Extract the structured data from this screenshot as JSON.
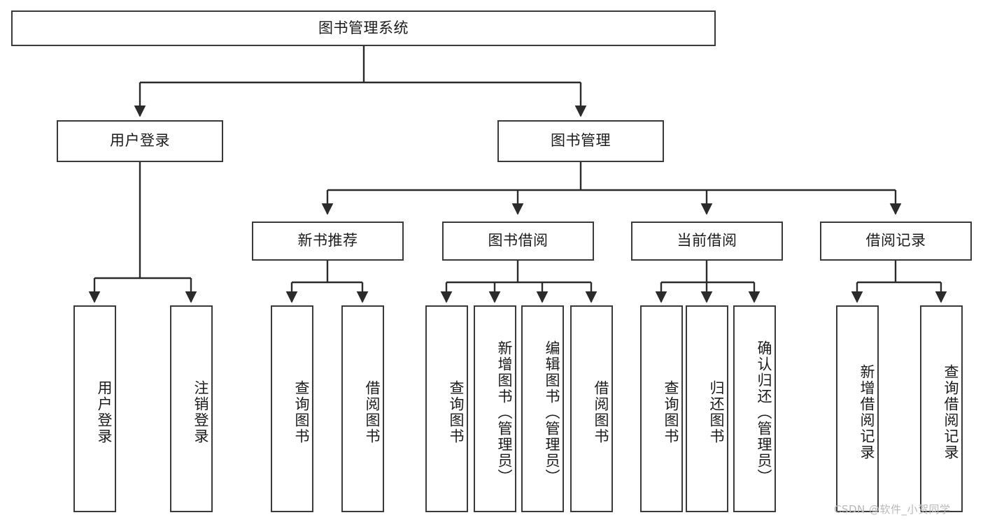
{
  "diagram": {
    "type": "tree",
    "title": "图书管理系统",
    "orientation": "top-down",
    "colors": {
      "border": "#3a3a3a",
      "background": "#ffffff",
      "text": "#1b1b1b",
      "watermark": "#b8b8b8"
    },
    "root": {
      "label": "图书管理系统"
    },
    "level2": [
      {
        "label": "用户登录"
      },
      {
        "label": "图书管理"
      }
    ],
    "level3": [
      {
        "label": "新书推荐"
      },
      {
        "label": "图书借阅"
      },
      {
        "label": "当前借阅"
      },
      {
        "label": "借阅记录"
      }
    ],
    "leaves": {
      "user_login": [
        {
          "label": "用户登录"
        },
        {
          "label": "注销登录"
        }
      ],
      "new_book_recommend": [
        {
          "label": "查询图书"
        },
        {
          "label": "借阅图书"
        }
      ],
      "book_borrow": [
        {
          "label": "查询图书"
        },
        {
          "label": "新增图书（管理员）"
        },
        {
          "label": "编辑图书（管理员）"
        },
        {
          "label": "借阅图书"
        }
      ],
      "current_borrow": [
        {
          "label": "查询图书"
        },
        {
          "label": "归还图书"
        },
        {
          "label": "确认归还（管理员）"
        }
      ],
      "borrow_record": [
        {
          "label": "新增借阅记录"
        },
        {
          "label": "查询借阅记录"
        }
      ]
    }
  },
  "watermark": {
    "text": "CSDN @软件_小贺同学"
  }
}
